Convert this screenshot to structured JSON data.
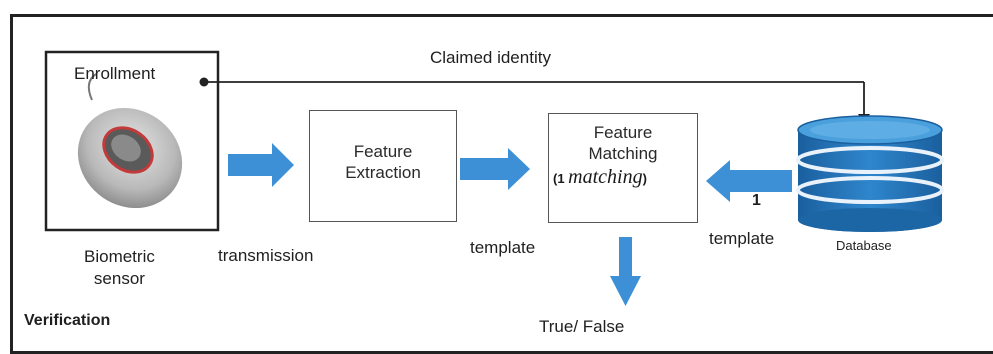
{
  "diagram": {
    "claimed_identity": "Claimed identity",
    "enrollment": "Enrollment",
    "biometric_sensor": [
      "Biometric",
      "sensor"
    ],
    "transmission": "transmission",
    "feature_extraction": [
      "Feature",
      "Extraction"
    ],
    "feature_matching": [
      "Feature",
      "Matching"
    ],
    "matching_note_prefix": "(1 ",
    "matching_note_word": "matching",
    "matching_note_suffix": ")",
    "template_left": "template",
    "template_right": "template",
    "one_label": "1",
    "database": "Database",
    "true_false": "True/ False",
    "verification": "Verification"
  },
  "colors": {
    "arrow_blue": "#3d8fd6",
    "db_blue": "#1f6fb2",
    "db_light": "#4aa0dc",
    "line": "#222222"
  }
}
